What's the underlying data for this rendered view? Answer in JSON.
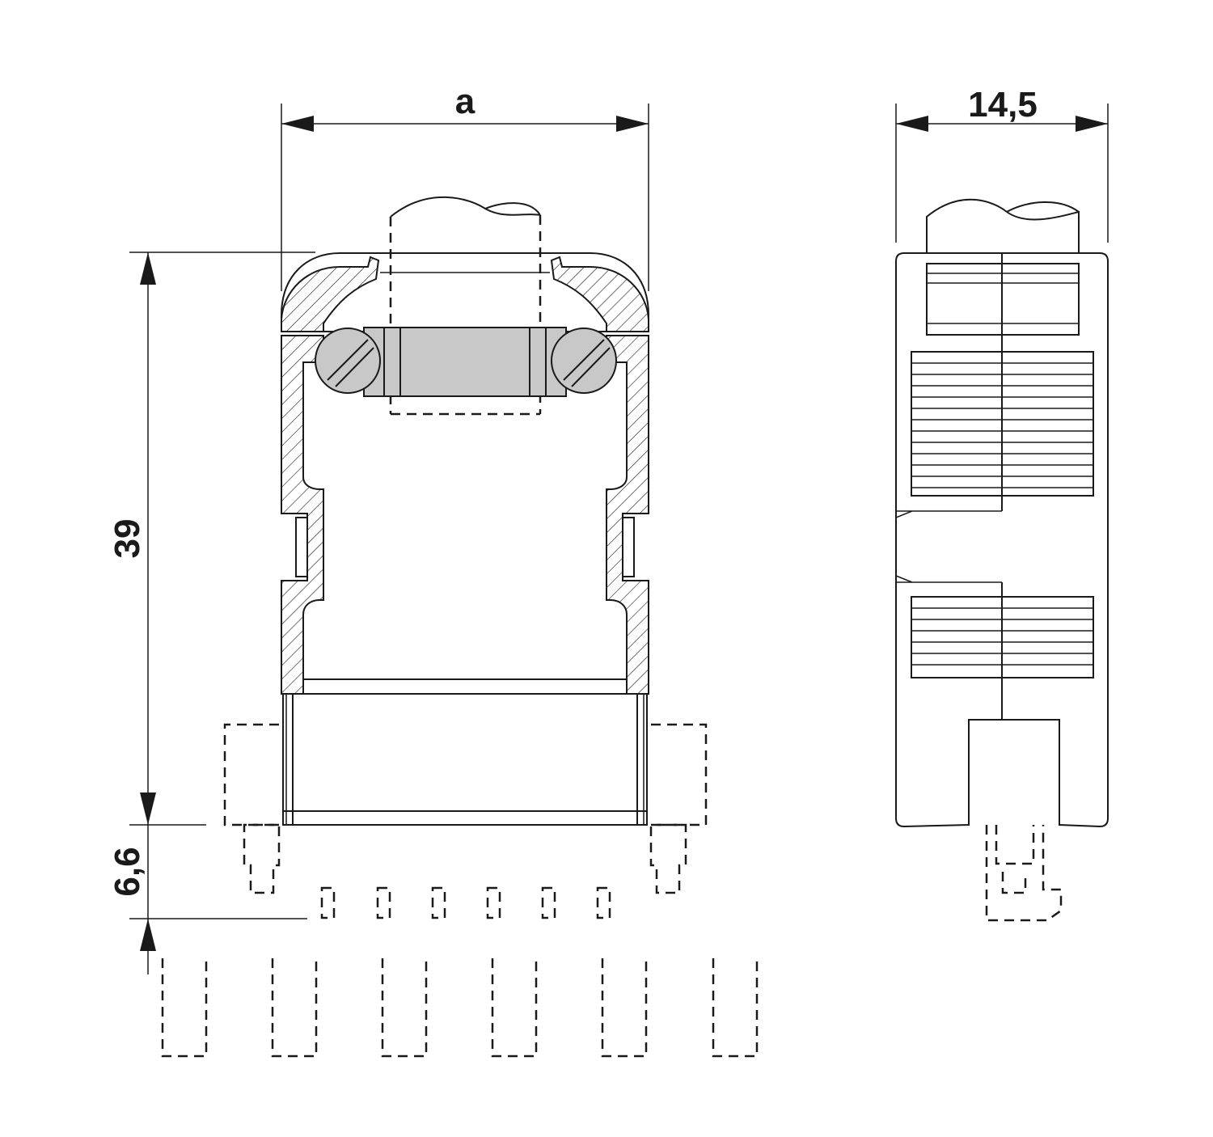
{
  "dimensions": {
    "width_a": "a",
    "width_side": "14,5",
    "height_main": "39",
    "height_pins": "6,6"
  },
  "colors": {
    "line": "#1a1a1a",
    "screw_fill": "#c8c8c8",
    "background": "#ffffff"
  }
}
